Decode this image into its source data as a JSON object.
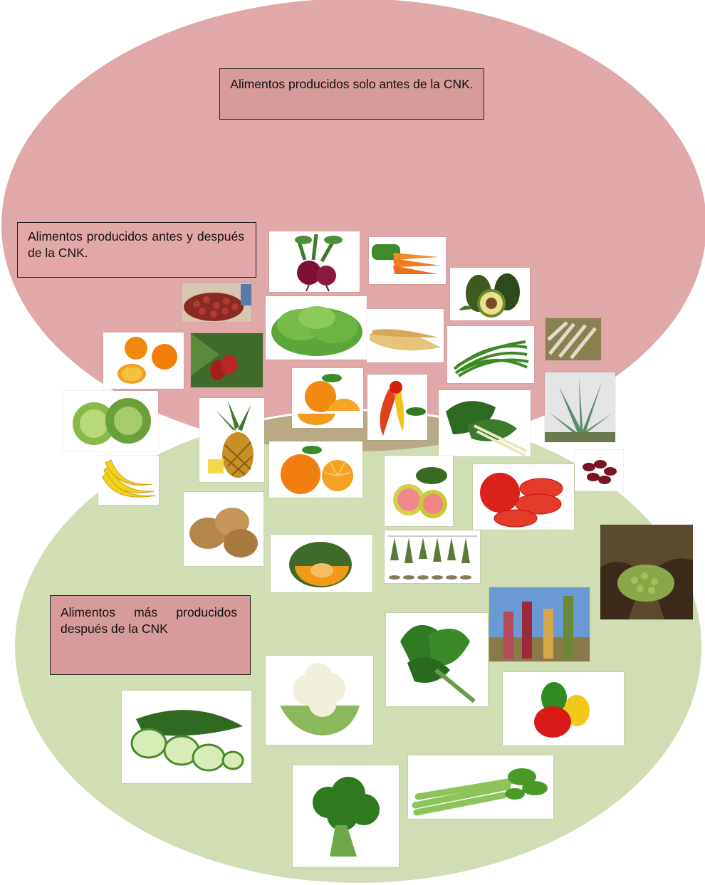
{
  "diagram": {
    "colors": {
      "before_only": "#e0a8a8",
      "both": "#b8aa85",
      "after_more": "#d1ddb2",
      "label_fill": "#d79b9b"
    },
    "labels": {
      "before_only": "Alimentos producidos solo antes de la CNK.",
      "both": "Alimentos producidos antes y después de la CNK.",
      "after_more": "Alimentos más producidos después de la CNK"
    }
  },
  "foods": {
    "both": [
      "beetroot",
      "carrot",
      "avocado",
      "coffee-beans",
      "lettuce",
      "parsnip",
      "green-beans",
      "dried-beans",
      "orange",
      "tree-tomato",
      "sliced-orange",
      "chili-peppers",
      "chard",
      "aloe",
      "cabbage",
      "pineapple",
      "banana",
      "tangerine",
      "guava",
      "tomato",
      "red-beans",
      "potato",
      "pumpkin",
      "herbs"
    ],
    "after_more": [
      "peas",
      "quinoa",
      "spinach",
      "cauliflower",
      "bell-peppers",
      "cucumber",
      "broccoli",
      "celery"
    ]
  }
}
